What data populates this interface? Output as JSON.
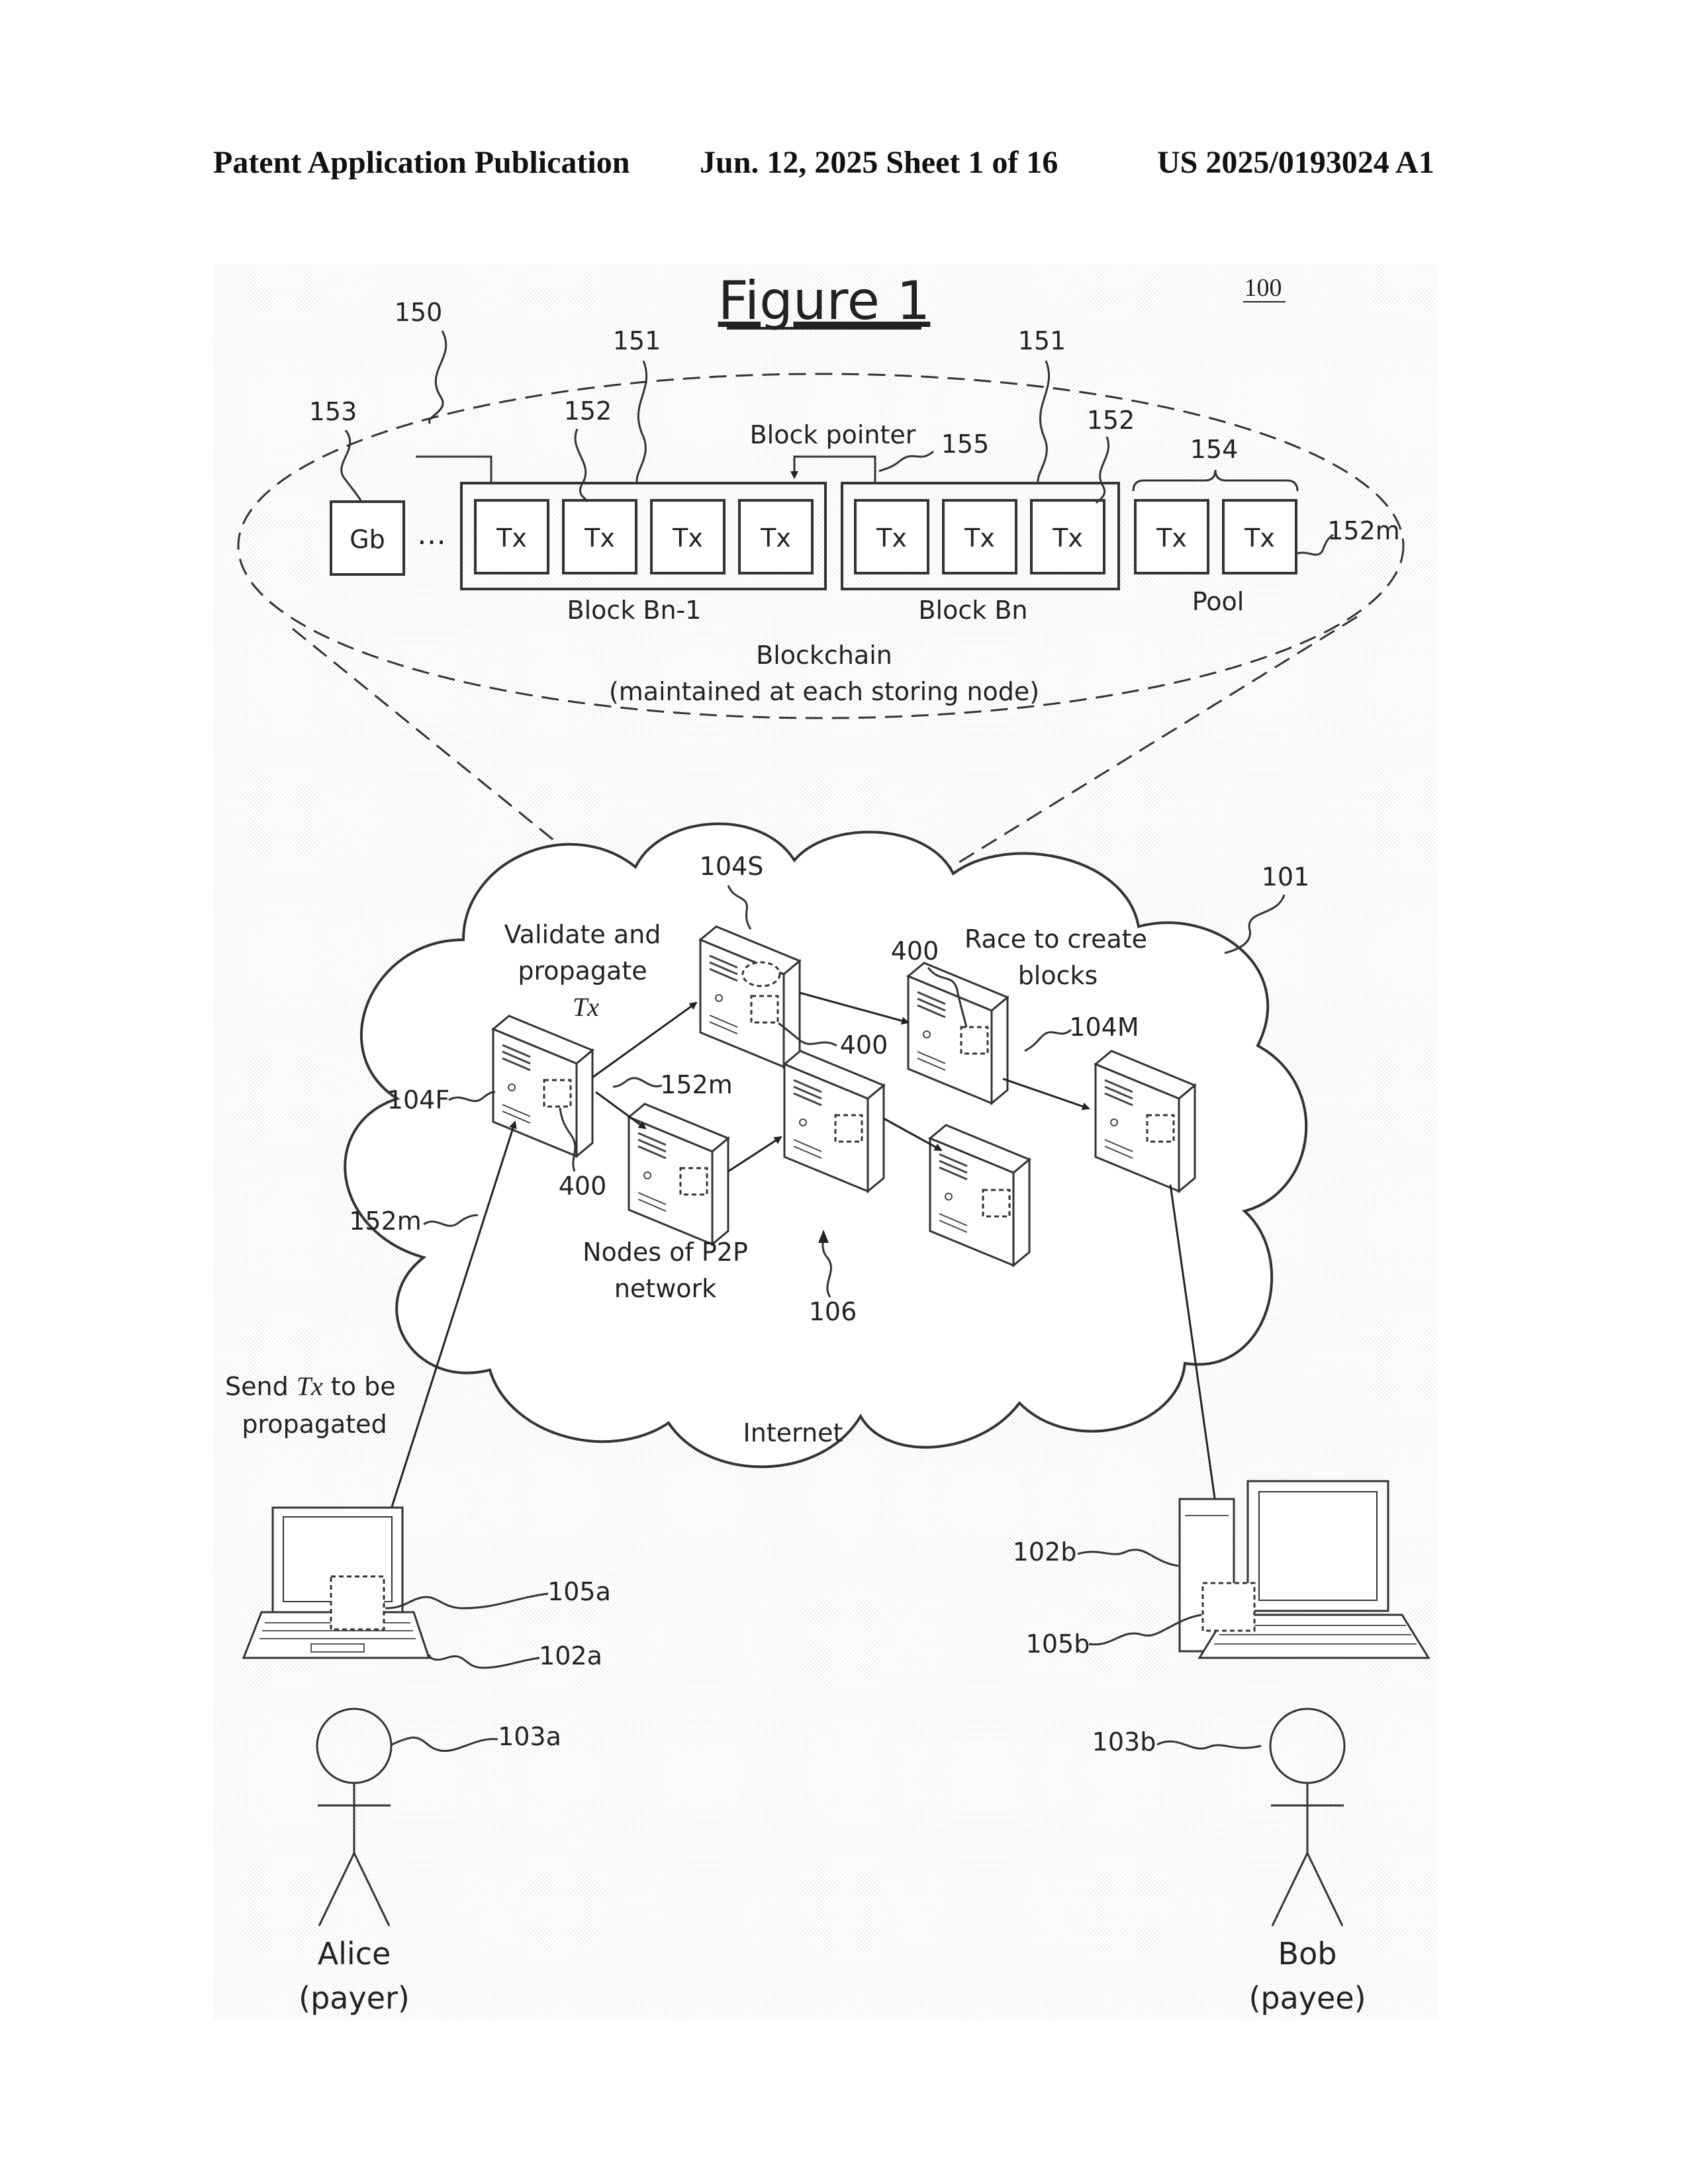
{
  "header": {
    "left": "Patent Application Publication",
    "center": "Jun. 12, 2025  Sheet 1 of 16",
    "right": "US 2025/0193024 A1"
  },
  "figure": {
    "title": "Figure 1",
    "system_ref": "100",
    "blockchain": {
      "refs": {
        "blockchain": "150",
        "block_a": "151",
        "block_b": "151",
        "tx_a": "152",
        "tx_b": "152",
        "genesis": "153",
        "pool": "154",
        "pointer": "155",
        "pool_tx": "152m"
      },
      "genesis_label": "Gb",
      "ellipsis": "…",
      "tx_label": "Tx",
      "block_pointer_label": "Block pointer",
      "block_prev_label": "Block Bn-1",
      "block_curr_label": "Block Bn",
      "pool_label": "Pool",
      "caption_line1": "Blockchain",
      "caption_line2": "(maintained at each storing node)"
    },
    "network": {
      "network_ref": "101",
      "storing_node_ref": "104S",
      "forwarding_node_ref": "104F",
      "mining_node_ref": "104M",
      "protocol_ref_1": "400",
      "protocol_ref_2": "400",
      "protocol_ref_3": "400",
      "tx_ref_1": "152m",
      "tx_ref_2": "152m",
      "p2p_ref": "106",
      "validate_line1": "Validate and",
      "validate_line2": "propagate",
      "validate_line3": "Tx",
      "race_line1": "Race to create",
      "race_line2": "blocks",
      "nodes_line1": "Nodes of P2P",
      "nodes_line2": "network",
      "internet_label": "Internet"
    },
    "alice": {
      "send_pre": "Send",
      "send_tx": "Tx",
      "send_post": "to be",
      "send_line2": "propagated",
      "device_ref": "102a",
      "client_ref": "105a",
      "user_ref": "103a",
      "name": "Alice",
      "role": "(payer)"
    },
    "bob": {
      "device_ref": "102b",
      "client_ref": "105b",
      "user_ref": "103b",
      "name": "Bob",
      "role": "(payee)"
    }
  }
}
